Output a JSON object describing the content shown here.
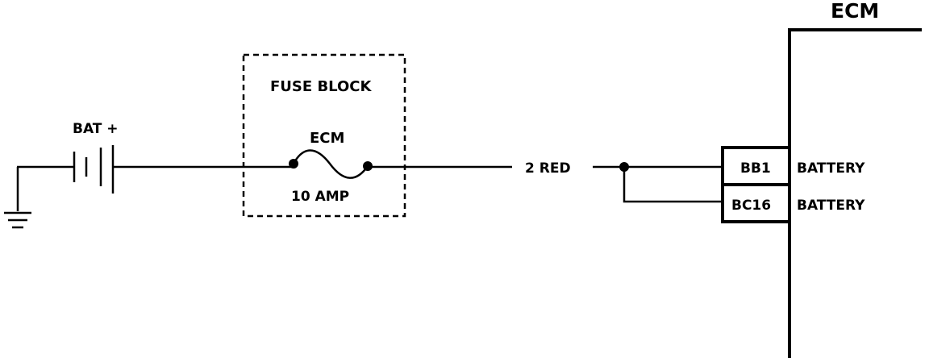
{
  "diagram": {
    "battery_label": "BAT +",
    "fuse_block_label": "FUSE BLOCK",
    "fuse_name": "ECM",
    "fuse_rating": "10 AMP",
    "wire_label": "2 RED",
    "module_label": "ECM",
    "terminals": [
      {
        "pin": "BB1",
        "function": "BATTERY"
      },
      {
        "pin": "BC16",
        "function": "BATTERY"
      }
    ],
    "icons": [
      "ground-symbol",
      "battery-symbol",
      "fuse-symbol",
      "splice-dot"
    ]
  }
}
